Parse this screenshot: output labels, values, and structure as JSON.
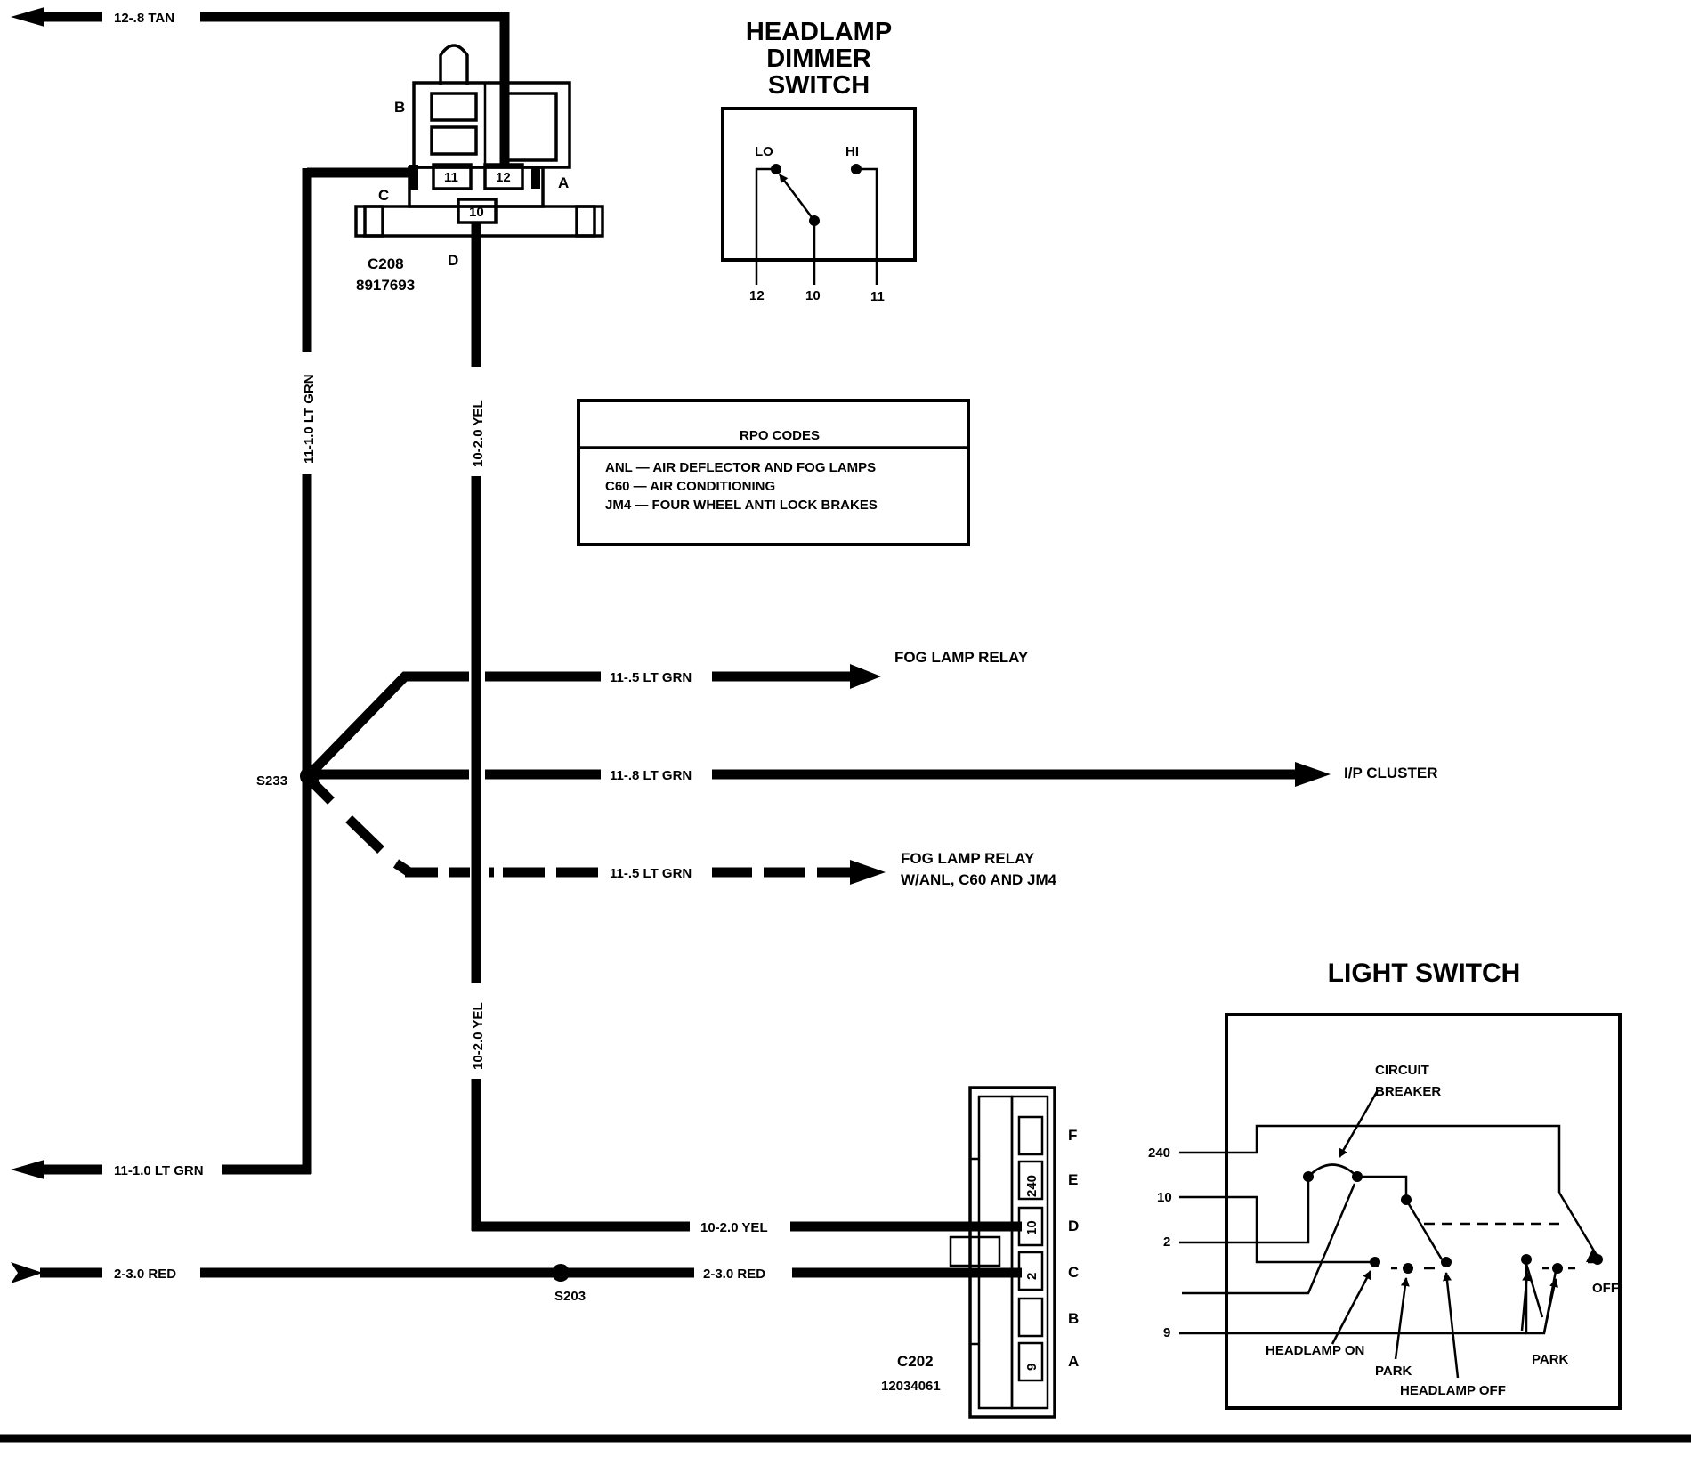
{
  "dimmer_switch": {
    "title_lines": [
      "HEADLAMP",
      "DIMMER",
      "SWITCH"
    ],
    "lo": "LO",
    "hi": "HI",
    "terminals": [
      "12",
      "10",
      "11"
    ]
  },
  "connector_c208": {
    "name": "C208",
    "part": "8917693",
    "pins": [
      "11",
      "12",
      "10"
    ],
    "cavities": [
      "A",
      "B",
      "C",
      "D"
    ]
  },
  "rpo_codes": {
    "title": "RPO CODES",
    "lines": [
      "ANL — AIR DEFLECTOR AND FOG LAMPS",
      "C60 — AIR CONDITIONING",
      "JM4 — FOUR WHEEL ANTI LOCK BRAKES"
    ]
  },
  "wires": {
    "tan_top": "12-.8 TAN",
    "lt_grn_vertical": "11-1.0 LT GRN",
    "yel_vertical_upper": "10-2.0 YEL",
    "yel_vertical_lower": "10-2.0 YEL",
    "fog_relay_wire": "11-.5 LT GRN",
    "ip_cluster_wire": "11-.8 LT GRN",
    "fog_relay_opt_wire": "11-.5 LT GRN",
    "lt_grn_bottom": "11-1.0 LT GRN",
    "yel_bottom": "10-2.0 YEL",
    "red_left": "2-3.0 RED",
    "red_right": "2-3.0 RED"
  },
  "destinations": {
    "fog_lamp_relay": "FOG LAMP RELAY",
    "ip_cluster": "I/P CLUSTER",
    "fog_lamp_relay_opt_1": "FOG LAMP RELAY",
    "fog_lamp_relay_opt_2": "W/ANL, C60 AND JM4"
  },
  "splices": {
    "s233": "S233",
    "s203": "S203"
  },
  "connector_c202": {
    "name": "C202",
    "part": "12034061",
    "cavities": [
      "F",
      "E",
      "D",
      "C",
      "B",
      "A"
    ],
    "pins": [
      "240",
      "10",
      "2",
      "9"
    ]
  },
  "light_switch": {
    "title": "LIGHT SWITCH",
    "breaker_1": "CIRCUIT",
    "breaker_2": "BREAKER",
    "terminals": [
      "240",
      "10",
      "2",
      "9"
    ],
    "headlamp_on": "HEADLAMP ON",
    "park_1": "PARK",
    "headlamp_off": "HEADLAMP OFF",
    "park_2": "PARK",
    "off": "OFF"
  }
}
